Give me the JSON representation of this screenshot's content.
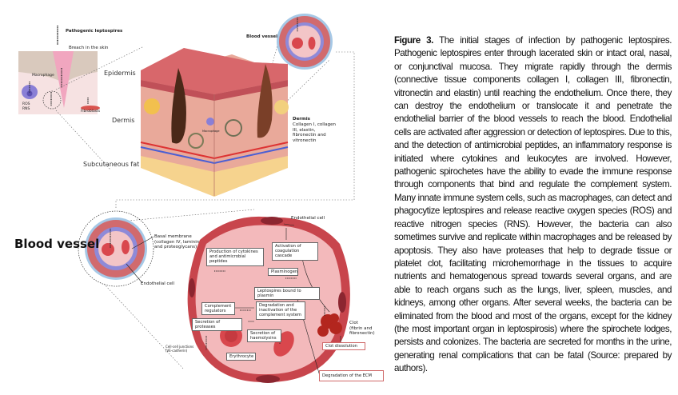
{
  "figure": {
    "inset": {
      "title": "Pathogenic leptospires",
      "breach": "Breach in the skin",
      "macrophage": "Macrophage",
      "ros": "ROS",
      "rns": "RNS",
      "fibroblasts": "Fibroblasts"
    },
    "skin": {
      "epidermis": "Epidermis",
      "dermis": "Dermis",
      "subcutaneous_fat": "Subcutaneous fat",
      "blood_vessel": "Blood vessel",
      "macrophage": "Macrophage",
      "dermis_title": "Dermis",
      "dermis_components": [
        "Collagen I, collagen",
        "III, elastin,",
        "fibronectin and",
        "vitronectin"
      ]
    },
    "vessel": {
      "title": "Blood vessel",
      "basal_title": "Basal membrane",
      "basal_desc": [
        "(collagen IV, laminin",
        "and proteoglycans)"
      ],
      "endothelial_small": "Endothelial cell",
      "endothelial_top": "Endothelial cell",
      "junctions": [
        "Cell-cell junctions",
        "(VE-cadherin)"
      ],
      "boxes": {
        "cytokines": [
          "Production of cytokines",
          "and antimicrobial peptides"
        ],
        "coagulation": [
          "Activation of",
          "coagulation cascade"
        ],
        "plasminogen": "Plasminogen",
        "bound": "Leptospires bound to plasmin",
        "regulators": [
          "Complement",
          "regulators"
        ],
        "degradation": [
          "Degradation and",
          "inactivation of the",
          "complement system"
        ],
        "proteases": "Secretion of proteases",
        "haemolysins": [
          "Secretion of",
          "haemolysins"
        ],
        "erythrocyte": "Erythrocyte",
        "clot_dissolution": "Clot dissolution",
        "ecm": "Degradation of the ECM"
      },
      "clot": [
        "Clot",
        "(fibrin and",
        "fibronectin)"
      ]
    }
  },
  "caption": {
    "label": "Figure 3.",
    "text": "The initial stages of infection by pathogenic leptospires. Pathogenic leptospires enter through lacerated skin or intact oral, nasal, or conjunctival mucosa. They migrate rapidly through the dermis (connective tissue components collagen I, collagen III, fibronectin, vitronectin and elastin) until reaching the endothelium. Once there, they can destroy the endothelium or translocate it and penetrate the endothelial barrier of the blood vessels to reach the blood. Endothelial cells are activated after aggression or detection of leptospires. Due to this, and the detection of antimicrobial peptides, an inflammatory response is initiated where cytokines and leukocytes are involved. However, pathogenic spirochetes have the ability to evade the immune response through components that bind and regulate the complement system. Many innate immune system cells, such as macrophages, can detect and phagocytize leptospires and release reactive oxygen species (ROS) and reactive nitrogen species (RNS). However, the bacteria can also sometimes survive and replicate within macrophages and be released by apoptosis. They also have proteases that help to degrade tissue or platelet clot, facilitating microhemorrhage in the tissues to acquire nutrients and hematogenous spread towards several organs, and are able to reach organs such as the lungs, liver, spleen, muscles, and kidneys, among other organs. After several weeks, the bacteria can be eliminated from the blood and most of the organs, except for the kidney (the most important organ in leptospirosis) where the spirochete lodges, persists and colonizes. The bacteria are secreted for months in the urine, generating renal complications that can be fatal (Source: prepared by authors)."
  }
}
